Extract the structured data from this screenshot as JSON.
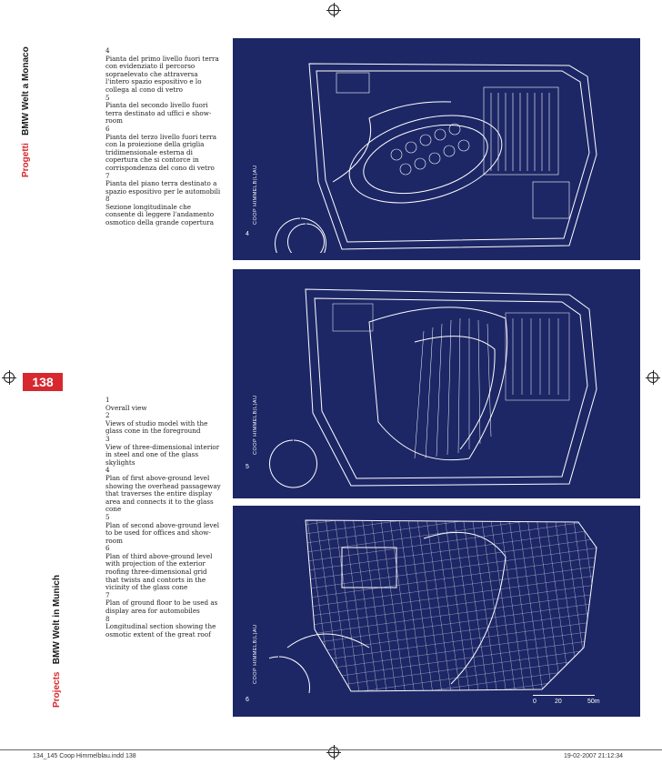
{
  "header": {
    "section_it": "Progetti",
    "title_it": "BMW Welt a Monaco",
    "section_en": "Projects",
    "title_en": "BMW Welt in Munich",
    "page_number": "138"
  },
  "captions": {
    "italian": "4\nPianta del primo livello fuori terra con evidenziato il percorso sopraelevato che attraversa l'intero spazio espositivo e lo collega al cono di vetro\n5\nPianta del secondo livello fuori terra destinato ad uffici e show-room\n6\nPianta del terzo livello fuori terra con la proiezione della griglia tridimensionale esterna di copertura che si contorce in corrispondenza del cono di vetro\n7\nPianta del piano terra destinato a spazio espositivo per le automobili\n8\nSezione longitudinale che consente di leggere l'andamento osmotico della grande copertura",
    "english": "1\nOverall view\n2\nViews of studio model with the glass cone in the foreground\n3\nView of three-dimensional interior in steel and one of the glass skylights\n4\nPlan of first above-ground level showing the overhead passageway that traverses the entire display area and connects it to the glass cone\n5\nPlan of second above-ground level to be used for offices and show-room\n6\nPlan of third above-ground level with projection of the exterior roofing three-dimensional grid that twists and contorts in the vicinity of the glass cone\n7\nPlan of ground floor to be used as display area for automobiles\n8\nLongitudinal section showing the osmotic extent of the great roof"
  },
  "figures": [
    {
      "number": "4",
      "credit": "COOP HIMMELB(L)AU"
    },
    {
      "number": "5",
      "credit": "COOP HIMMELB(L)AU"
    },
    {
      "number": "6",
      "credit": "COOP HIMMELB(L)AU"
    }
  ],
  "scale_bar": {
    "labels": [
      "0",
      "20",
      "50m"
    ]
  },
  "footer": {
    "file": "134_145 Coop Himmelblau.indd   138",
    "date": "19-02-2007   21:12:34"
  },
  "colors": {
    "panel": "#1d2766",
    "accent_red": "#d7282f",
    "line": "#ffffff"
  }
}
